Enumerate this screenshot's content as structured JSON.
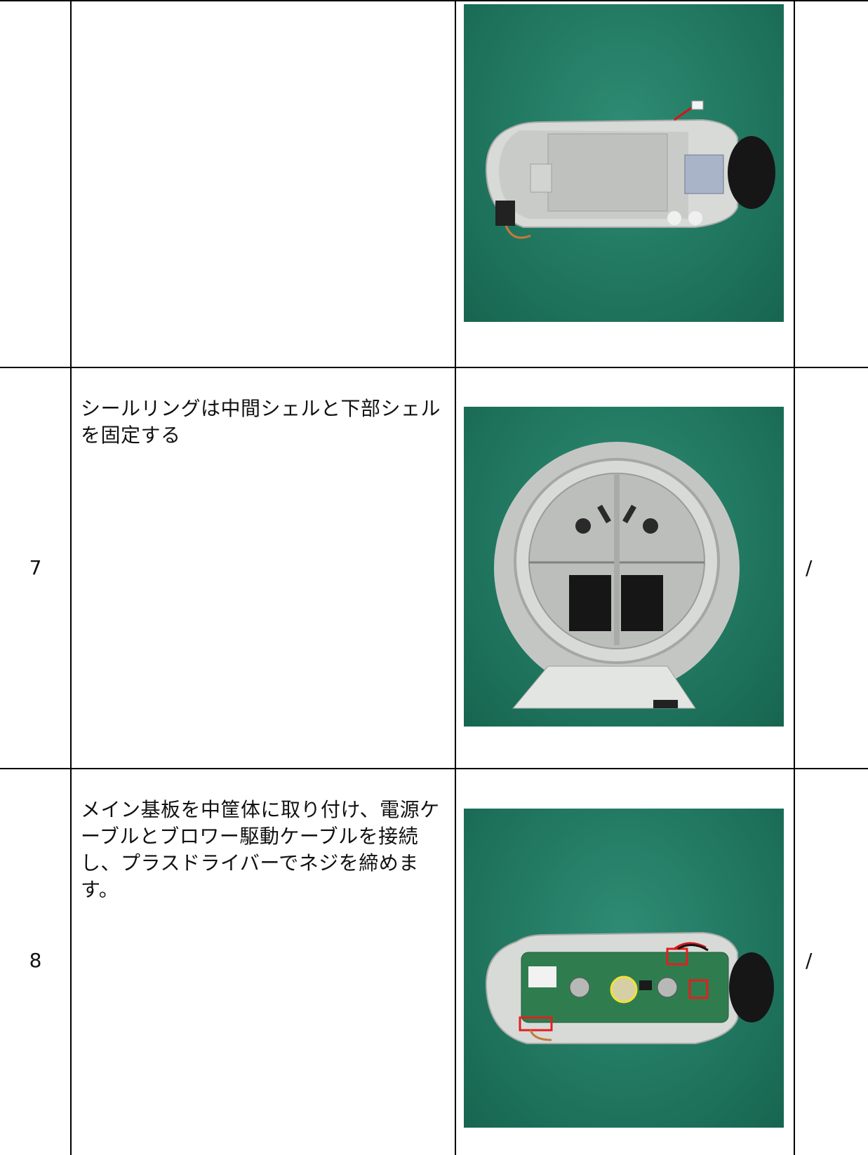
{
  "rows": [
    {
      "number": "",
      "description": "",
      "remark": "",
      "image": {
        "subject": "disassembled device: grey lower shell with blower and connector",
        "background": "#217760"
      }
    },
    {
      "number": "7",
      "description": "シールリングは中間シェルと下部シェルを固定する",
      "remark": "/",
      "image": {
        "subject": "device viewed end-on: seal ring holding middle and lower shell",
        "background": "#217760"
      }
    },
    {
      "number": "8",
      "description": "メイン基板を中筐体に取り付け、電源ケーブルとブロワー駆動ケーブルを接続し、プラスドライバーでネジを締めます。",
      "remark": "/",
      "image": {
        "subject": "main board mounted in middle housing with highlighted connectors and screw",
        "background": "#217760"
      }
    }
  ],
  "colors": {
    "border": "#000000",
    "mat_green": "#217760",
    "shell_grey": "#cfd1cf",
    "highlight_red": "#e0201c",
    "highlight_yellow": "#f2e233",
    "pcb_green": "#2f7d4f"
  }
}
